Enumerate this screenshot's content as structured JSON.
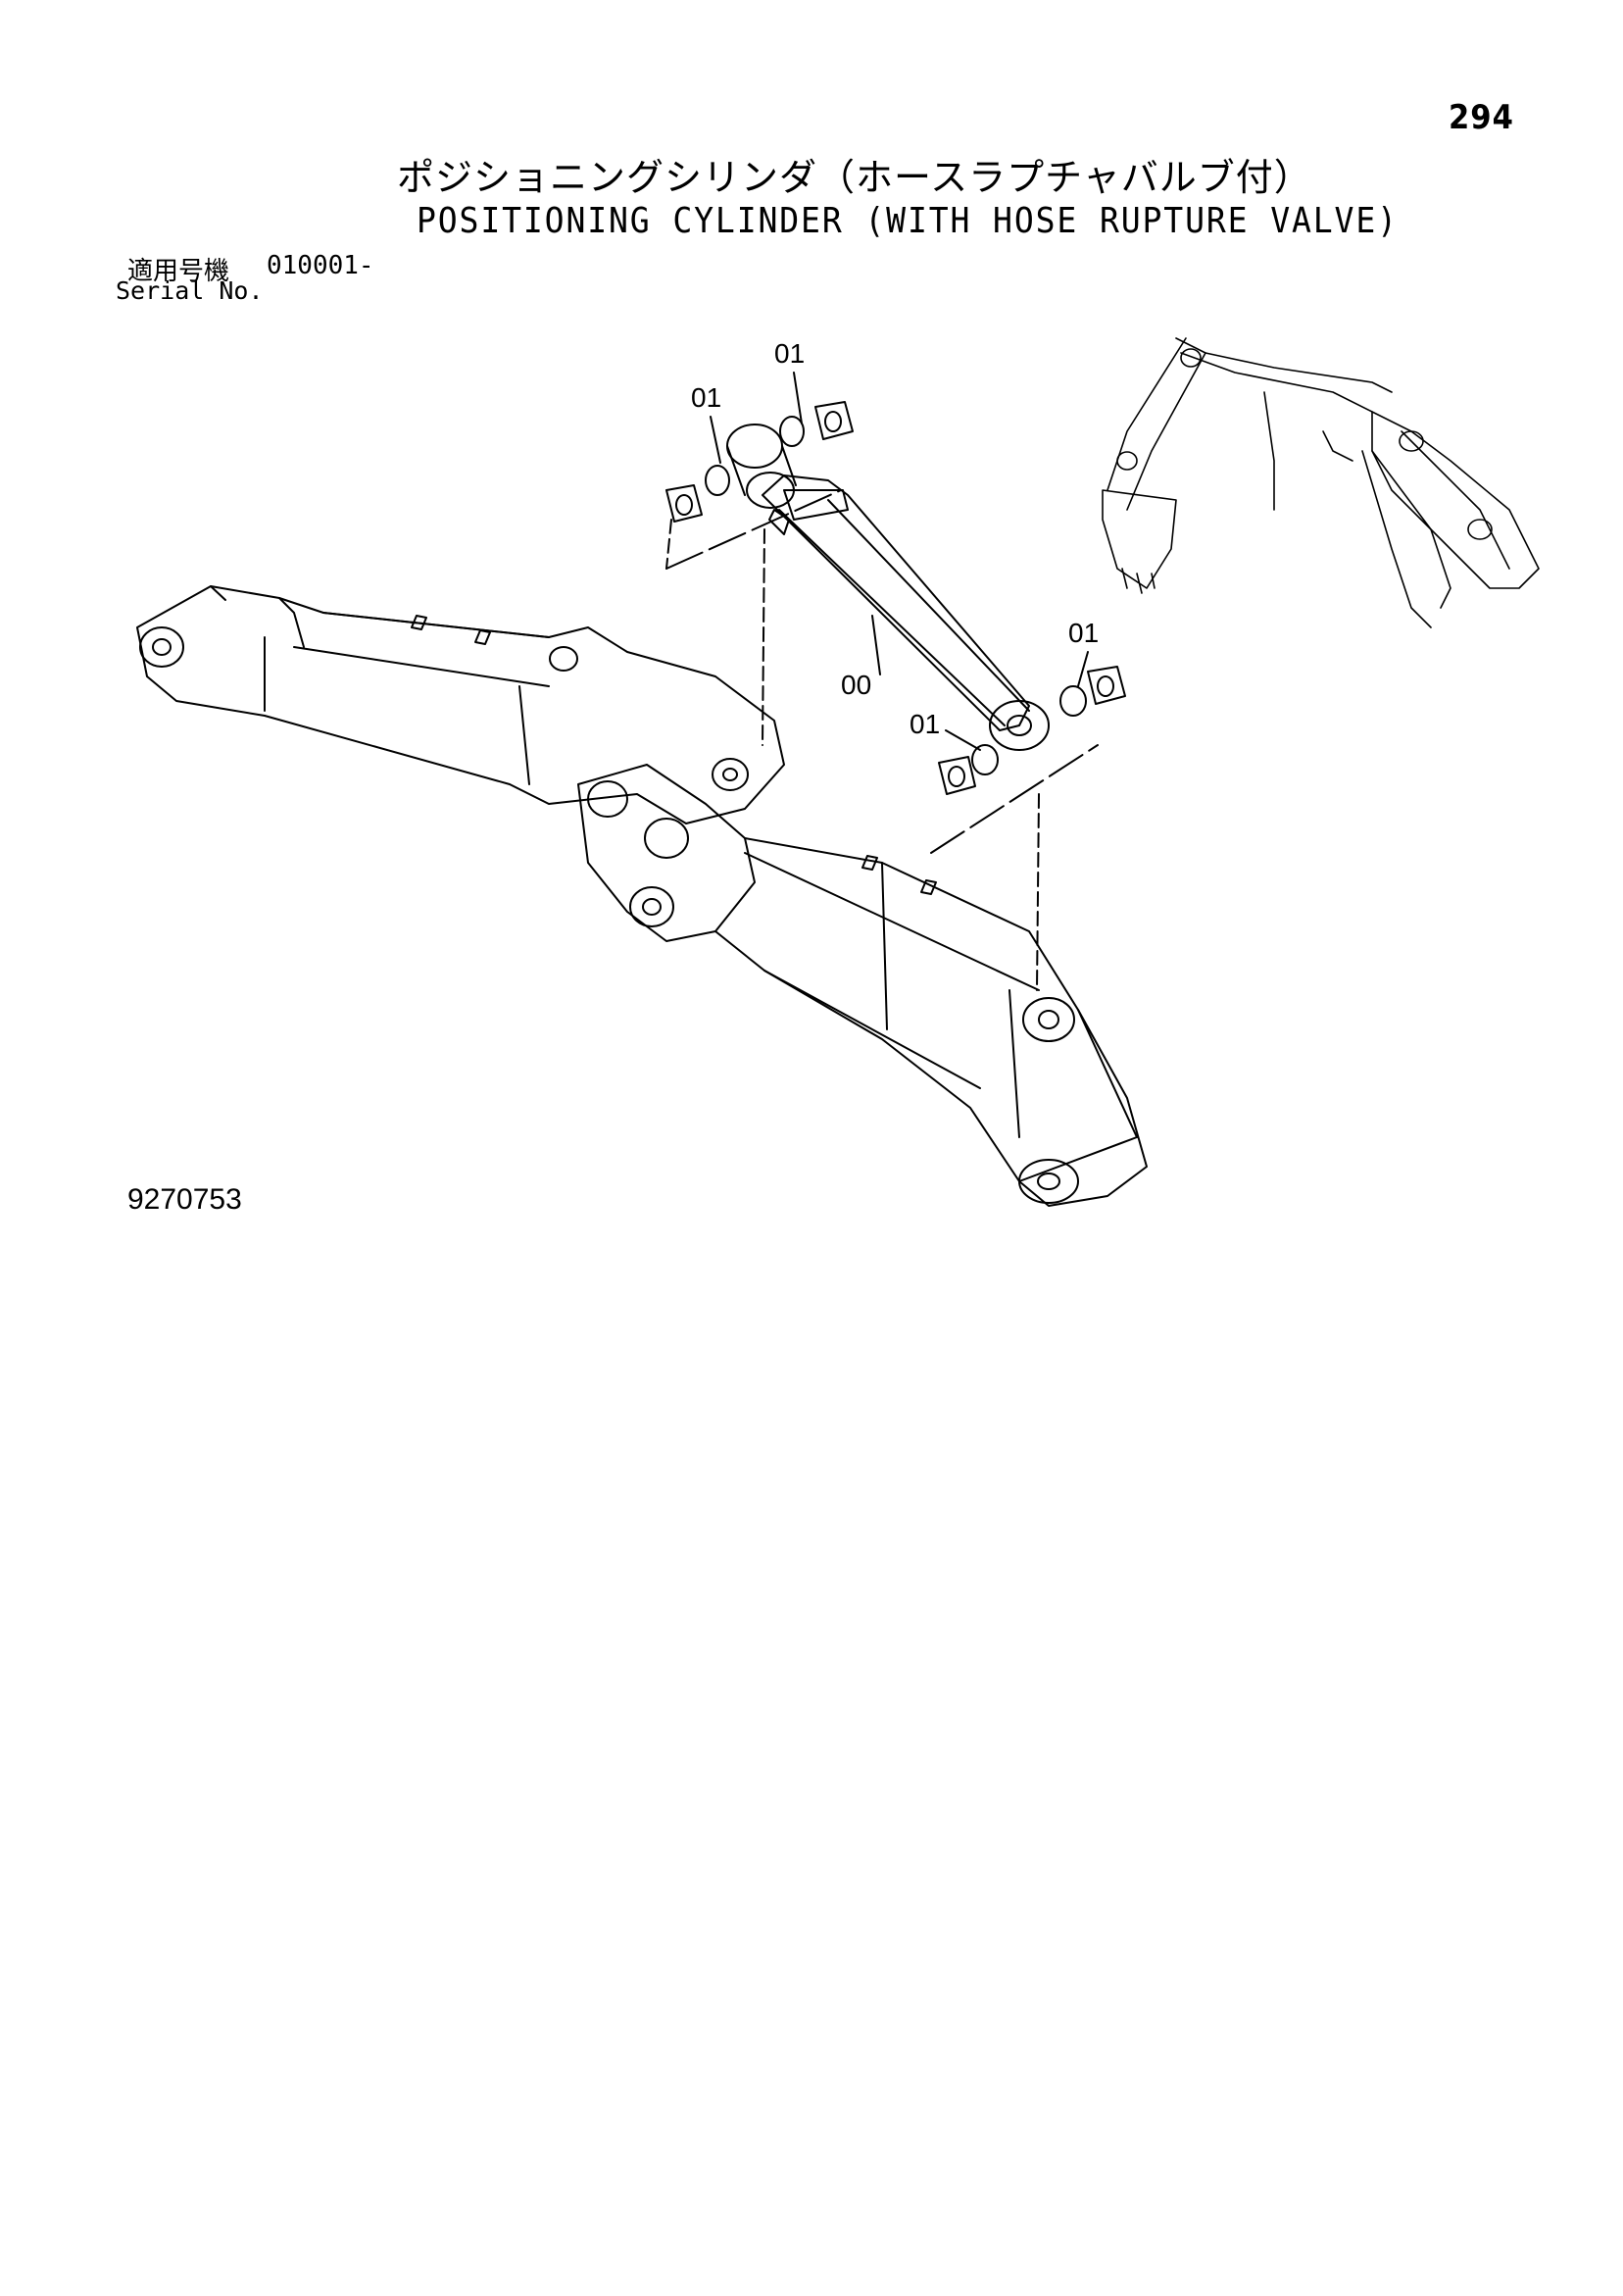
{
  "page_number": "294",
  "title_japanese": "ポジショニングシリンダ（ホースラプチャバルブ付）",
  "title_english": "POSITIONING CYLINDER (WITH HOSE RUPTURE VALVE)",
  "serial": {
    "label_japanese": "適用号機",
    "value": "010001-",
    "label_english": "Serial No."
  },
  "drawing_number": "9270753",
  "callouts": [
    "01",
    "01",
    "00",
    "01",
    "01"
  ]
}
